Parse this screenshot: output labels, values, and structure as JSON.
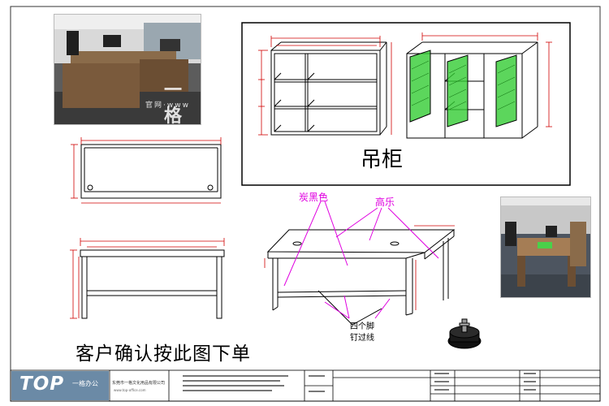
{
  "sheet": {
    "cabinet_label": "吊柜",
    "confirm_note": "客户确认按此图下单",
    "annotations": {
      "carbon_black": "炭黑色",
      "gaole": "高乐",
      "four_legs_line1": "四个脚",
      "four_legs_line2": "钉过线"
    },
    "photo_watermark": {
      "brand": "一格",
      "site_label": "官网·www"
    },
    "colors": {
      "annotation": "#e000e0",
      "dimension": "#d00000",
      "glass": "#33cc33"
    }
  },
  "title_block": {
    "logo_text": "TOP",
    "logo_brand": "一格办公",
    "company": "东莞市一格文化用品有限公司",
    "company_sub": "www.top-office.com"
  }
}
